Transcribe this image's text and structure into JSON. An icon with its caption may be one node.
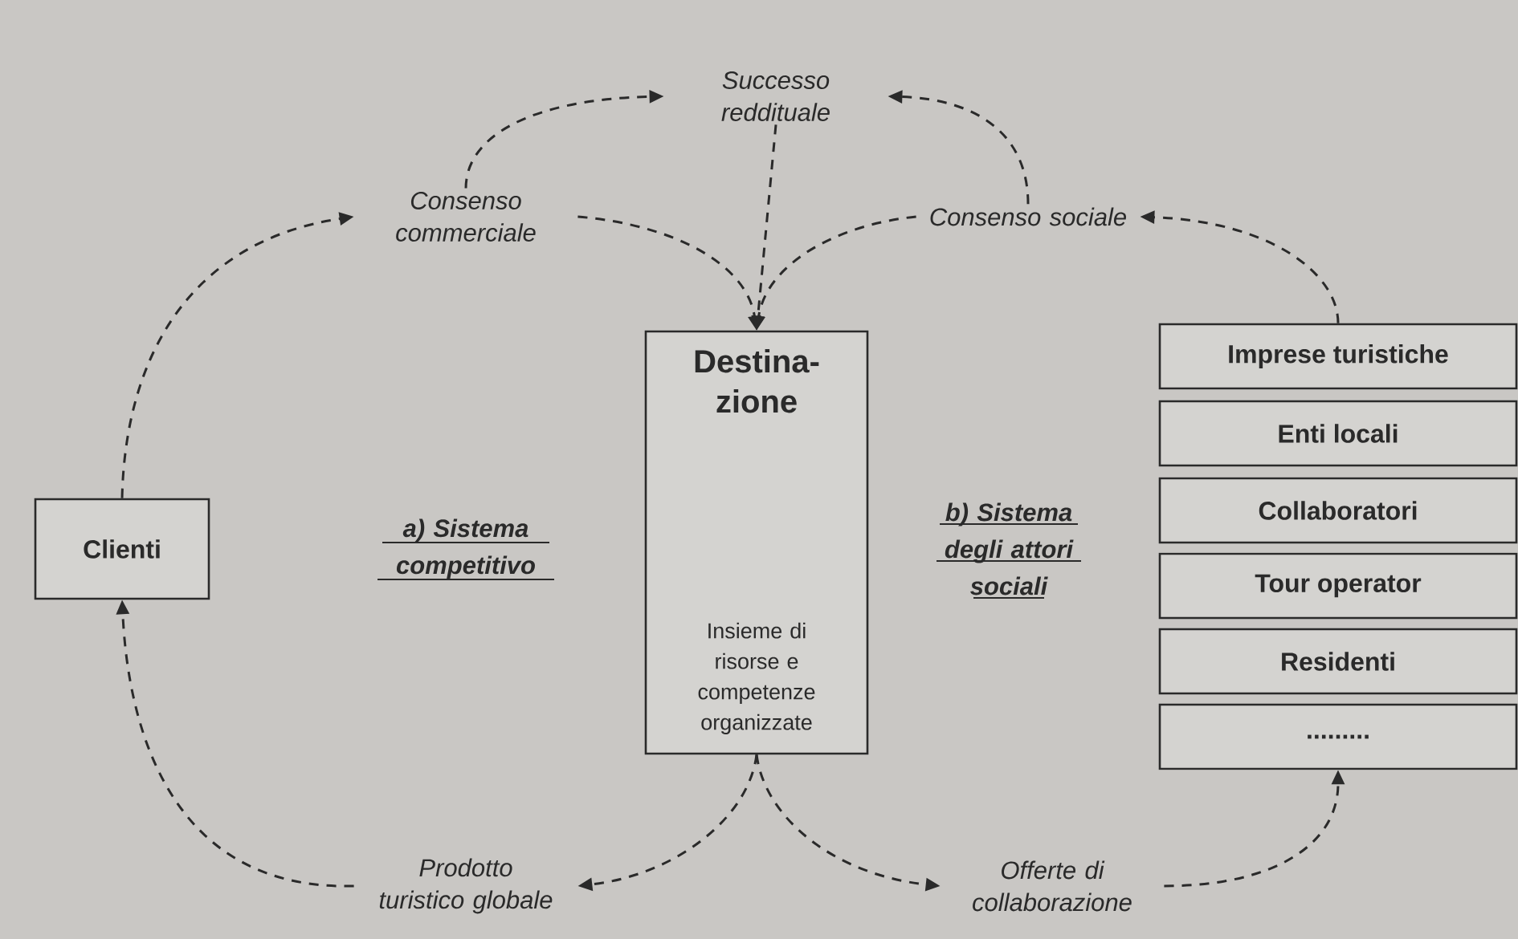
{
  "diagram": {
    "nodes": [
      {
        "text": [
          "Clienti"
        ]
      },
      {
        "text": [
          "Consenso commerciale"
        ]
      },
      {
        "text": [
          "Successo reddituale"
        ]
      },
      {
        "text": [
          "Consenso sociale"
        ]
      },
      {
        "text": [
          "Destina-zione",
          "Insieme di risorse e competenze organizzate"
        ]
      },
      {
        "text": [
          "Imprese turistiche"
        ]
      },
      {
        "text": [
          "Enti locali"
        ]
      },
      {
        "text": [
          "Collaboratori"
        ]
      },
      {
        "text": [
          "Tour operator"
        ]
      },
      {
        "text": [
          "Residenti"
        ]
      },
      {
        "text": [
          "........."
        ]
      },
      {
        "text": [
          "Prodotto turistico globale"
        ]
      },
      {
        "text": [
          "Offerte di collaborazione"
        ]
      }
    ],
    "edges": [
      {
        "from": 0,
        "to": 1,
        "arrow": "to",
        "style": "dashed"
      },
      {
        "from": 1,
        "to": 2,
        "arrow": "to",
        "style": "dashed"
      },
      {
        "from": 3,
        "to": 2,
        "arrow": "to",
        "style": "dashed"
      },
      {
        "from": 2,
        "to": 4,
        "arrow": "to",
        "style": "dashed"
      },
      {
        "from": 1,
        "to": 4,
        "arrow": "to",
        "style": "dashed"
      },
      {
        "from": 3,
        "to": 4,
        "arrow": "to",
        "style": "dashed"
      },
      {
        "from": 5,
        "to": 3,
        "arrow": "to",
        "style": "dashed"
      },
      {
        "from": 4,
        "to": 11,
        "arrow": "to",
        "style": "dashed"
      },
      {
        "from": 4,
        "to": 12,
        "arrow": "to",
        "style": "dashed"
      },
      {
        "from": 11,
        "to": 0,
        "arrow": "to",
        "style": "dashed"
      },
      {
        "from": 12,
        "to": 10,
        "arrow": "to",
        "style": "dashed"
      }
    ],
    "labels": [
      "a) Sistema competitivo",
      "b) Sistema degli attori sociali"
    ]
  }
}
